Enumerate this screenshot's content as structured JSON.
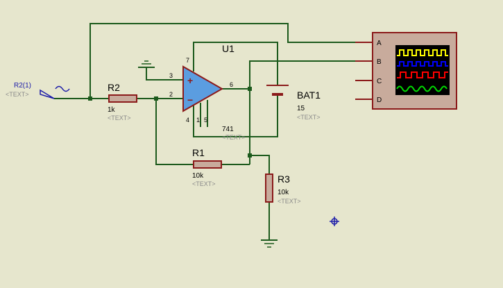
{
  "colors": {
    "background": "#e6e6cd",
    "wire": "#1c5a1c",
    "component": "#8b1a1a",
    "component_fill": "#c8ab9c",
    "opamp_fill": "#5b9de0",
    "scope_screen": "#000000",
    "trace_a": "#ffff00",
    "trace_b": "#0000ff",
    "trace_c": "#ff0000",
    "trace_d": "#00dd00",
    "cursor": "#1a1aa8",
    "source": "#1a1aa8"
  },
  "source": {
    "name": "R2(1)",
    "text": "<TEXT>"
  },
  "opamp": {
    "ref": "U1",
    "value": "741",
    "text": "<TEXT>",
    "pins": {
      "noninv": "3",
      "inv": "2",
      "out": "6",
      "vplus": "7",
      "vminus": "4",
      "null1": "1",
      "null2": "5"
    },
    "plus_sign": "+",
    "minus_sign": "−"
  },
  "r2": {
    "ref": "R2",
    "value": "1k",
    "text": "<TEXT>"
  },
  "r1": {
    "ref": "R1",
    "value": "10k",
    "text": "<TEXT>"
  },
  "r3": {
    "ref": "R3",
    "value": "10k",
    "text": "<TEXT>"
  },
  "bat1": {
    "ref": "BAT1",
    "value": "15",
    "text": "<TEXT>"
  },
  "oscilloscope": {
    "channels": [
      "A",
      "B",
      "C",
      "D"
    ]
  }
}
